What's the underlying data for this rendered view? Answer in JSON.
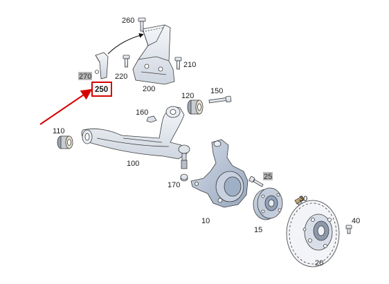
{
  "parts": [
    {
      "id": "p260",
      "label": "260"
    },
    {
      "id": "p270",
      "label": "270"
    },
    {
      "id": "p220",
      "label": "220"
    },
    {
      "id": "p210",
      "label": "210"
    },
    {
      "id": "p250",
      "label": "250"
    },
    {
      "id": "p200",
      "label": "200"
    },
    {
      "id": "p120",
      "label": "120"
    },
    {
      "id": "p150",
      "label": "150"
    },
    {
      "id": "p160",
      "label": "160"
    },
    {
      "id": "p110",
      "label": "110"
    },
    {
      "id": "p100",
      "label": "100"
    },
    {
      "id": "p170",
      "label": "170"
    },
    {
      "id": "p25",
      "label": "25"
    },
    {
      "id": "p30",
      "label": "30"
    },
    {
      "id": "p10",
      "label": "10"
    },
    {
      "id": "p15",
      "label": "15"
    },
    {
      "id": "p40",
      "label": "40"
    },
    {
      "id": "p20",
      "label": "20"
    }
  ],
  "highlighted_part": "250",
  "colors": {
    "highlight_box": "#d40000",
    "arrow": "#d40000",
    "label_bg": "#b8b8b8",
    "part_fill": "#e9edf3",
    "part_blue": "#b7c4d6",
    "line": "#3a3a3a"
  }
}
